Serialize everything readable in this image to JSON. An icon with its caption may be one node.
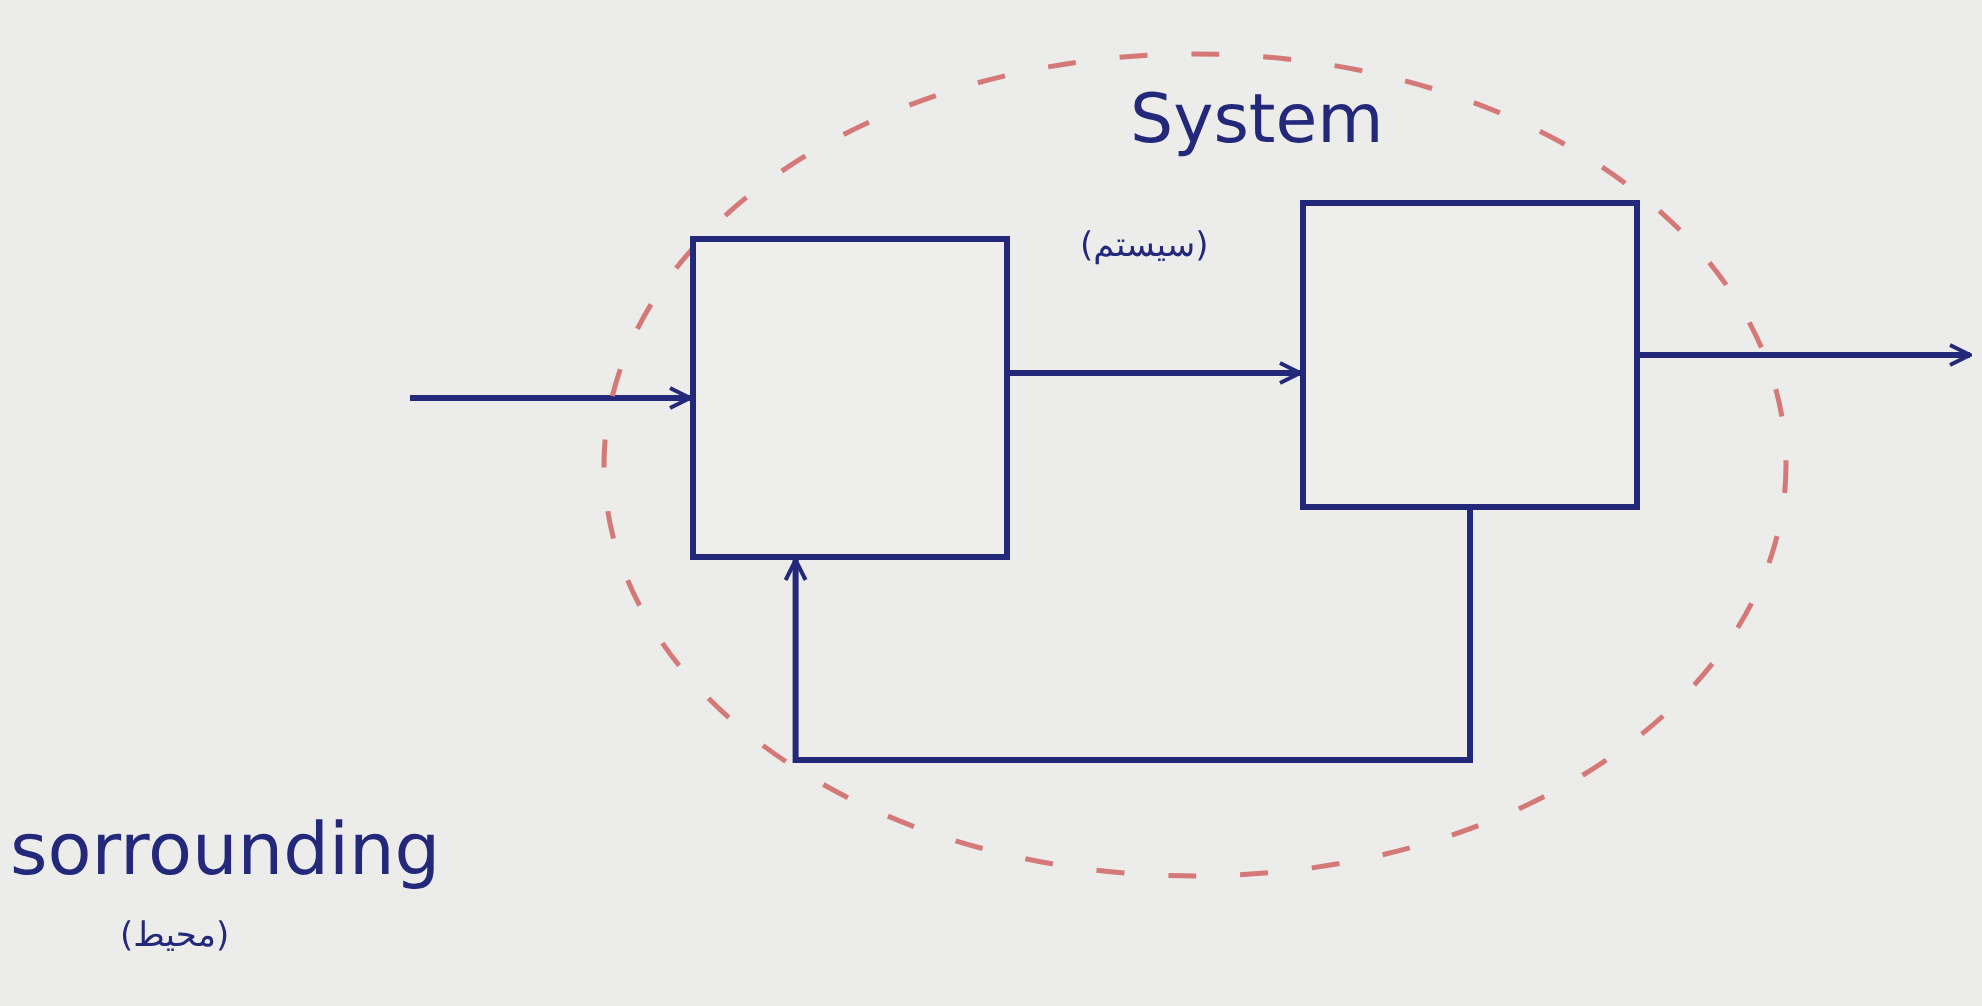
{
  "diagram": {
    "nodes": [
      {
        "text": [
          "System",
          "(سیستم)"
        ]
      },
      {
        "text": [],
        "shape": "box",
        "in": 0
      },
      {
        "text": [],
        "shape": "box",
        "in": 0
      }
    ],
    "edges": [
      {
        "from": null,
        "to": 1,
        "arrow": "to"
      },
      {
        "from": 1,
        "to": 2,
        "arrow": "to"
      },
      {
        "from": 2,
        "to": null,
        "arrow": "to"
      },
      {
        "from": 2,
        "to": 1,
        "arrow": "to"
      }
    ],
    "labels": [
      "sorrounding",
      "(محیط)"
    ]
  }
}
